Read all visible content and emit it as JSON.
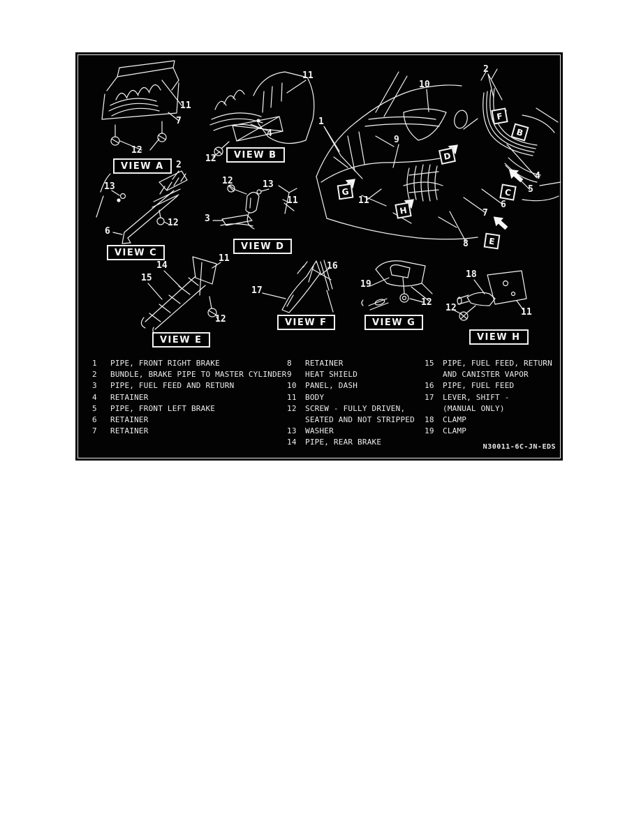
{
  "figure": {
    "drawing_code": "N30011-6C-JN-EDS",
    "background_color": "#000000",
    "ink_color": "#ffffff"
  },
  "views": [
    {
      "label": "VIEW A",
      "callouts": [
        "11",
        "7",
        "12"
      ]
    },
    {
      "label": "VIEW B",
      "callouts": [
        "11",
        "4",
        "12"
      ]
    },
    {
      "label": "VIEW C",
      "callouts": [
        "13",
        "2",
        "6",
        "12"
      ]
    },
    {
      "label": "VIEW D",
      "callouts": [
        "12",
        "13",
        "11",
        "3"
      ]
    },
    {
      "label": "VIEW E",
      "callouts": [
        "14",
        "15",
        "11",
        "12"
      ]
    },
    {
      "label": "VIEW F",
      "callouts": [
        "16",
        "17"
      ]
    },
    {
      "label": "VIEW G",
      "callouts": [
        "19",
        "12"
      ]
    },
    {
      "label": "VIEW H",
      "callouts": [
        "18",
        "12",
        "11"
      ]
    }
  ],
  "main_view": {
    "callouts": [
      "1",
      "2",
      "9",
      "10",
      "11",
      "4",
      "5",
      "6",
      "7",
      "8"
    ],
    "markers": [
      "G",
      "H",
      "D",
      "E",
      "F",
      "B",
      "C"
    ]
  },
  "legend": {
    "columns": [
      {
        "items": [
          {
            "num": "1",
            "lines": [
              "PIPE, FRONT RIGHT BRAKE"
            ]
          },
          {
            "num": "2",
            "lines": [
              "BUNDLE, BRAKE PIPE TO MASTER CYLINDER"
            ]
          },
          {
            "num": "3",
            "lines": [
              "PIPE, FUEL FEED AND RETURN"
            ]
          },
          {
            "num": "4",
            "lines": [
              "RETAINER"
            ]
          },
          {
            "num": "5",
            "lines": [
              "PIPE, FRONT LEFT BRAKE"
            ]
          },
          {
            "num": "6",
            "lines": [
              "RETAINER"
            ]
          },
          {
            "num": "7",
            "lines": [
              "RETAINER"
            ]
          }
        ]
      },
      {
        "items": [
          {
            "num": "8",
            "lines": [
              "RETAINER"
            ]
          },
          {
            "num": "9",
            "lines": [
              "HEAT SHIELD"
            ]
          },
          {
            "num": "10",
            "lines": [
              "PANEL, DASH"
            ]
          },
          {
            "num": "11",
            "lines": [
              "BODY"
            ]
          },
          {
            "num": "12",
            "lines": [
              "SCREW - FULLY DRIVEN,",
              "SEATED AND NOT STRIPPED"
            ]
          },
          {
            "num": "13",
            "lines": [
              "WASHER"
            ]
          },
          {
            "num": "14",
            "lines": [
              "PIPE, REAR BRAKE"
            ]
          }
        ]
      },
      {
        "items": [
          {
            "num": "15",
            "lines": [
              "PIPE, FUEL FEED, RETURN",
              "AND CANISTER VAPOR"
            ]
          },
          {
            "num": "16",
            "lines": [
              "PIPE, FUEL FEED"
            ]
          },
          {
            "num": "17",
            "lines": [
              "LEVER, SHIFT -",
              "(MANUAL ONLY)"
            ]
          },
          {
            "num": "18",
            "lines": [
              "CLAMP"
            ]
          },
          {
            "num": "19",
            "lines": [
              "CLAMP"
            ]
          }
        ]
      }
    ]
  }
}
